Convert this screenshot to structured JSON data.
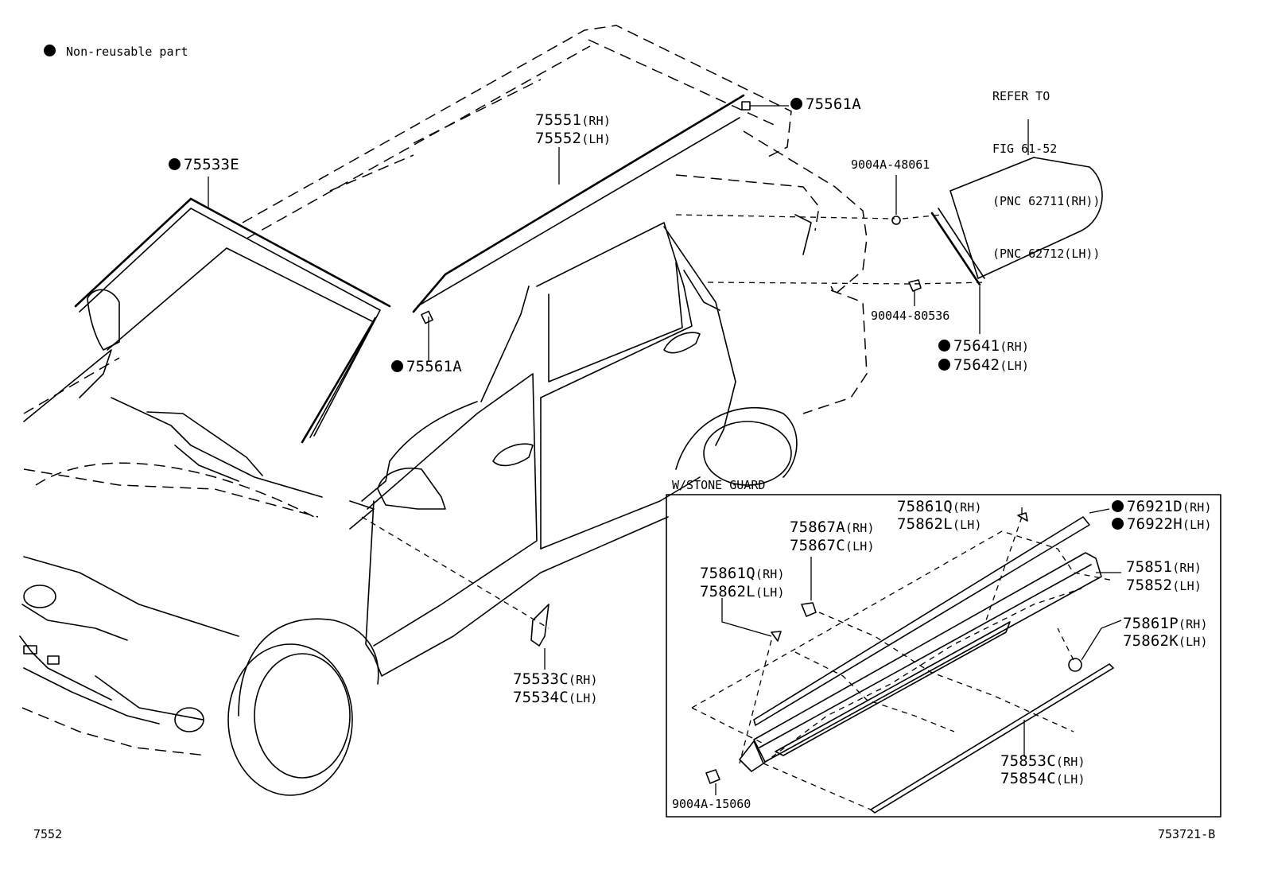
{
  "legend": {
    "text": "Non-reusable part"
  },
  "refer": {
    "line1": "REFER TO",
    "line2": "FIG 61-52",
    "line3": "(PNC 62711(RH))",
    "line4": "(PNC 62712(LH))"
  },
  "inset": {
    "title": "W/STONE GUARD"
  },
  "parts": {
    "p75561a_top": "75561A",
    "p75561a_mid": "75561A",
    "p75533e": "75533E",
    "p75551": "75551",
    "p75552": "75552",
    "p9004a48061": "9004A-48061",
    "p9004480536": "90044-80536",
    "p75641": "75641",
    "p75642": "75642",
    "p75533c": "75533C",
    "p75534c": "75534C",
    "p75861q_a": "75861Q",
    "p75862l_a": "75862L",
    "p76921d": "76921D",
    "p76922h": "76922H",
    "p75867a": "75867A",
    "p75867c": "75867C",
    "p75851": "75851",
    "p75852": "75852",
    "p75861q_b": "75861Q",
    "p75862l_b": "75862L",
    "p75861p": "75861P",
    "p75862k": "75862K",
    "p75853c": "75853C",
    "p75854c": "75854C",
    "p9004a15060": "9004A-15060"
  },
  "side": {
    "rh": "(RH)",
    "lh": "(LH)"
  },
  "footer": {
    "left_code": "7552",
    "right_code": "753721-B"
  }
}
